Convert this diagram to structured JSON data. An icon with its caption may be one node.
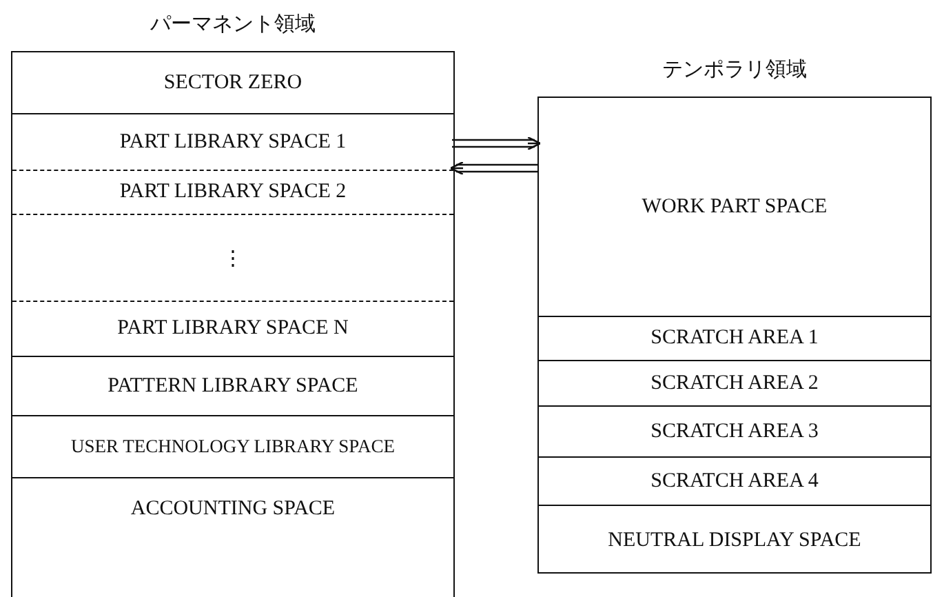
{
  "diagram": {
    "nodes": [
      {
        "text": [
          "パーマネント領域"
        ]
      },
      {
        "text": [
          "SECTOR ZERO"
        ],
        "in": 0
      },
      {
        "text": [
          "PART LIBRARY SPACE 1"
        ],
        "in": 0
      },
      {
        "text": [
          "PART LIBRARY SPACE 2"
        ],
        "in": 0
      },
      {
        "text": [
          "⋮"
        ],
        "in": 0
      },
      {
        "text": [
          "PART LIBRARY SPACE N"
        ],
        "in": 0
      },
      {
        "text": [
          "PATTERN LIBRARY SPACE"
        ],
        "in": 0
      },
      {
        "text": [
          "USER TECHNOLOGY LIBRARY SPACE"
        ],
        "in": 0
      },
      {
        "text": [
          "ACCOUNTING SPACE"
        ],
        "in": 0
      },
      {
        "text": [
          "テンポラリ領域"
        ]
      },
      {
        "text": [
          "WORK PART SPACE"
        ],
        "in": 9
      },
      {
        "text": [
          "SCRATCH AREA 1"
        ],
        "in": 9
      },
      {
        "text": [
          "SCRATCH AREA 2"
        ],
        "in": 9
      },
      {
        "text": [
          "SCRATCH AREA 3"
        ],
        "in": 9
      },
      {
        "text": [
          "SCRATCH AREA 4"
        ],
        "in": 9
      },
      {
        "text": [
          "NEUTRAL DISPLAY SPACE"
        ],
        "in": 9
      }
    ],
    "edges": [
      {
        "from": 2,
        "to": 9,
        "arrow": "to"
      },
      {
        "from": 9,
        "to": 2,
        "arrow": "to"
      }
    ]
  }
}
